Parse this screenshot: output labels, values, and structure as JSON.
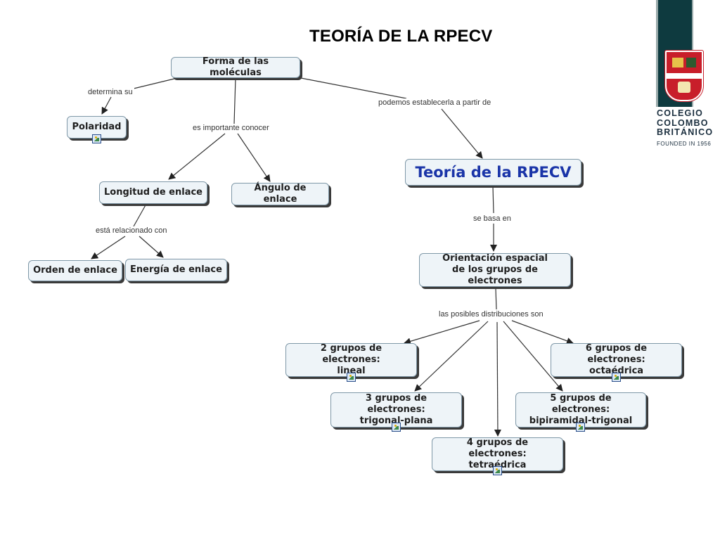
{
  "title": "TEORÍA DE LA RPECV",
  "logo": {
    "line1": "COLEGIO",
    "line2": "COLOMBO",
    "line3": "BRITÁNICO",
    "founded": "FOUNDED IN 1956",
    "colors": {
      "bar": "#0e3a3f",
      "crest": "#c81e2a"
    }
  },
  "nodes": {
    "forma": "Forma de las moléculas",
    "polaridad": "Polaridad",
    "longitud": "Longitud de enlace",
    "angulo": "Ángulo de enlace",
    "orden": "Orden de enlace",
    "energia": "Energía de enlace",
    "teoria": "Teoría de la RPECV",
    "orientacion": "Orientación espacial\nde los grupos de electrones",
    "g2": "2 grupos de electrones:\nlineal",
    "g3": "3 grupos de electrones:\ntrigonal-plana",
    "g4": "4 grupos de electrones:\ntetraédrica",
    "g5": "5 grupos de electrones:\nbipiramidal-trigonal",
    "g6": "6 grupos de electrones:\noctaédrica"
  },
  "links": {
    "determina": "determina su",
    "importante": "es importante conocer",
    "podemos": "podemos establecerla a partir de",
    "relacionado": "está relacionado con",
    "basa": "se basa en",
    "posibles": "las posibles distribuciones son"
  },
  "icons": [
    "image-icon"
  ]
}
